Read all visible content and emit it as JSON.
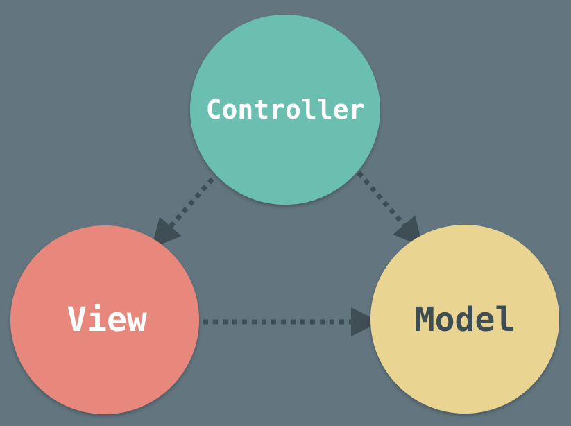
{
  "diagram": {
    "colors": {
      "background": "#637680",
      "controller": "#6bbfb0",
      "view": "#e8877b",
      "model": "#e9d492",
      "arrow": "#3f4d55",
      "label_light": "#ffffff",
      "label_dark": "#3f4d55"
    },
    "nodes": {
      "controller": {
        "label": "Controller"
      },
      "view": {
        "label": "View"
      },
      "model": {
        "label": "Model"
      }
    },
    "edges": [
      {
        "from": "controller",
        "to": "view",
        "style": "dotted",
        "arrow": "end"
      },
      {
        "from": "controller",
        "to": "model",
        "style": "dotted",
        "arrow": "end"
      },
      {
        "from": "view",
        "to": "model",
        "style": "dotted",
        "arrow": "end"
      }
    ]
  }
}
